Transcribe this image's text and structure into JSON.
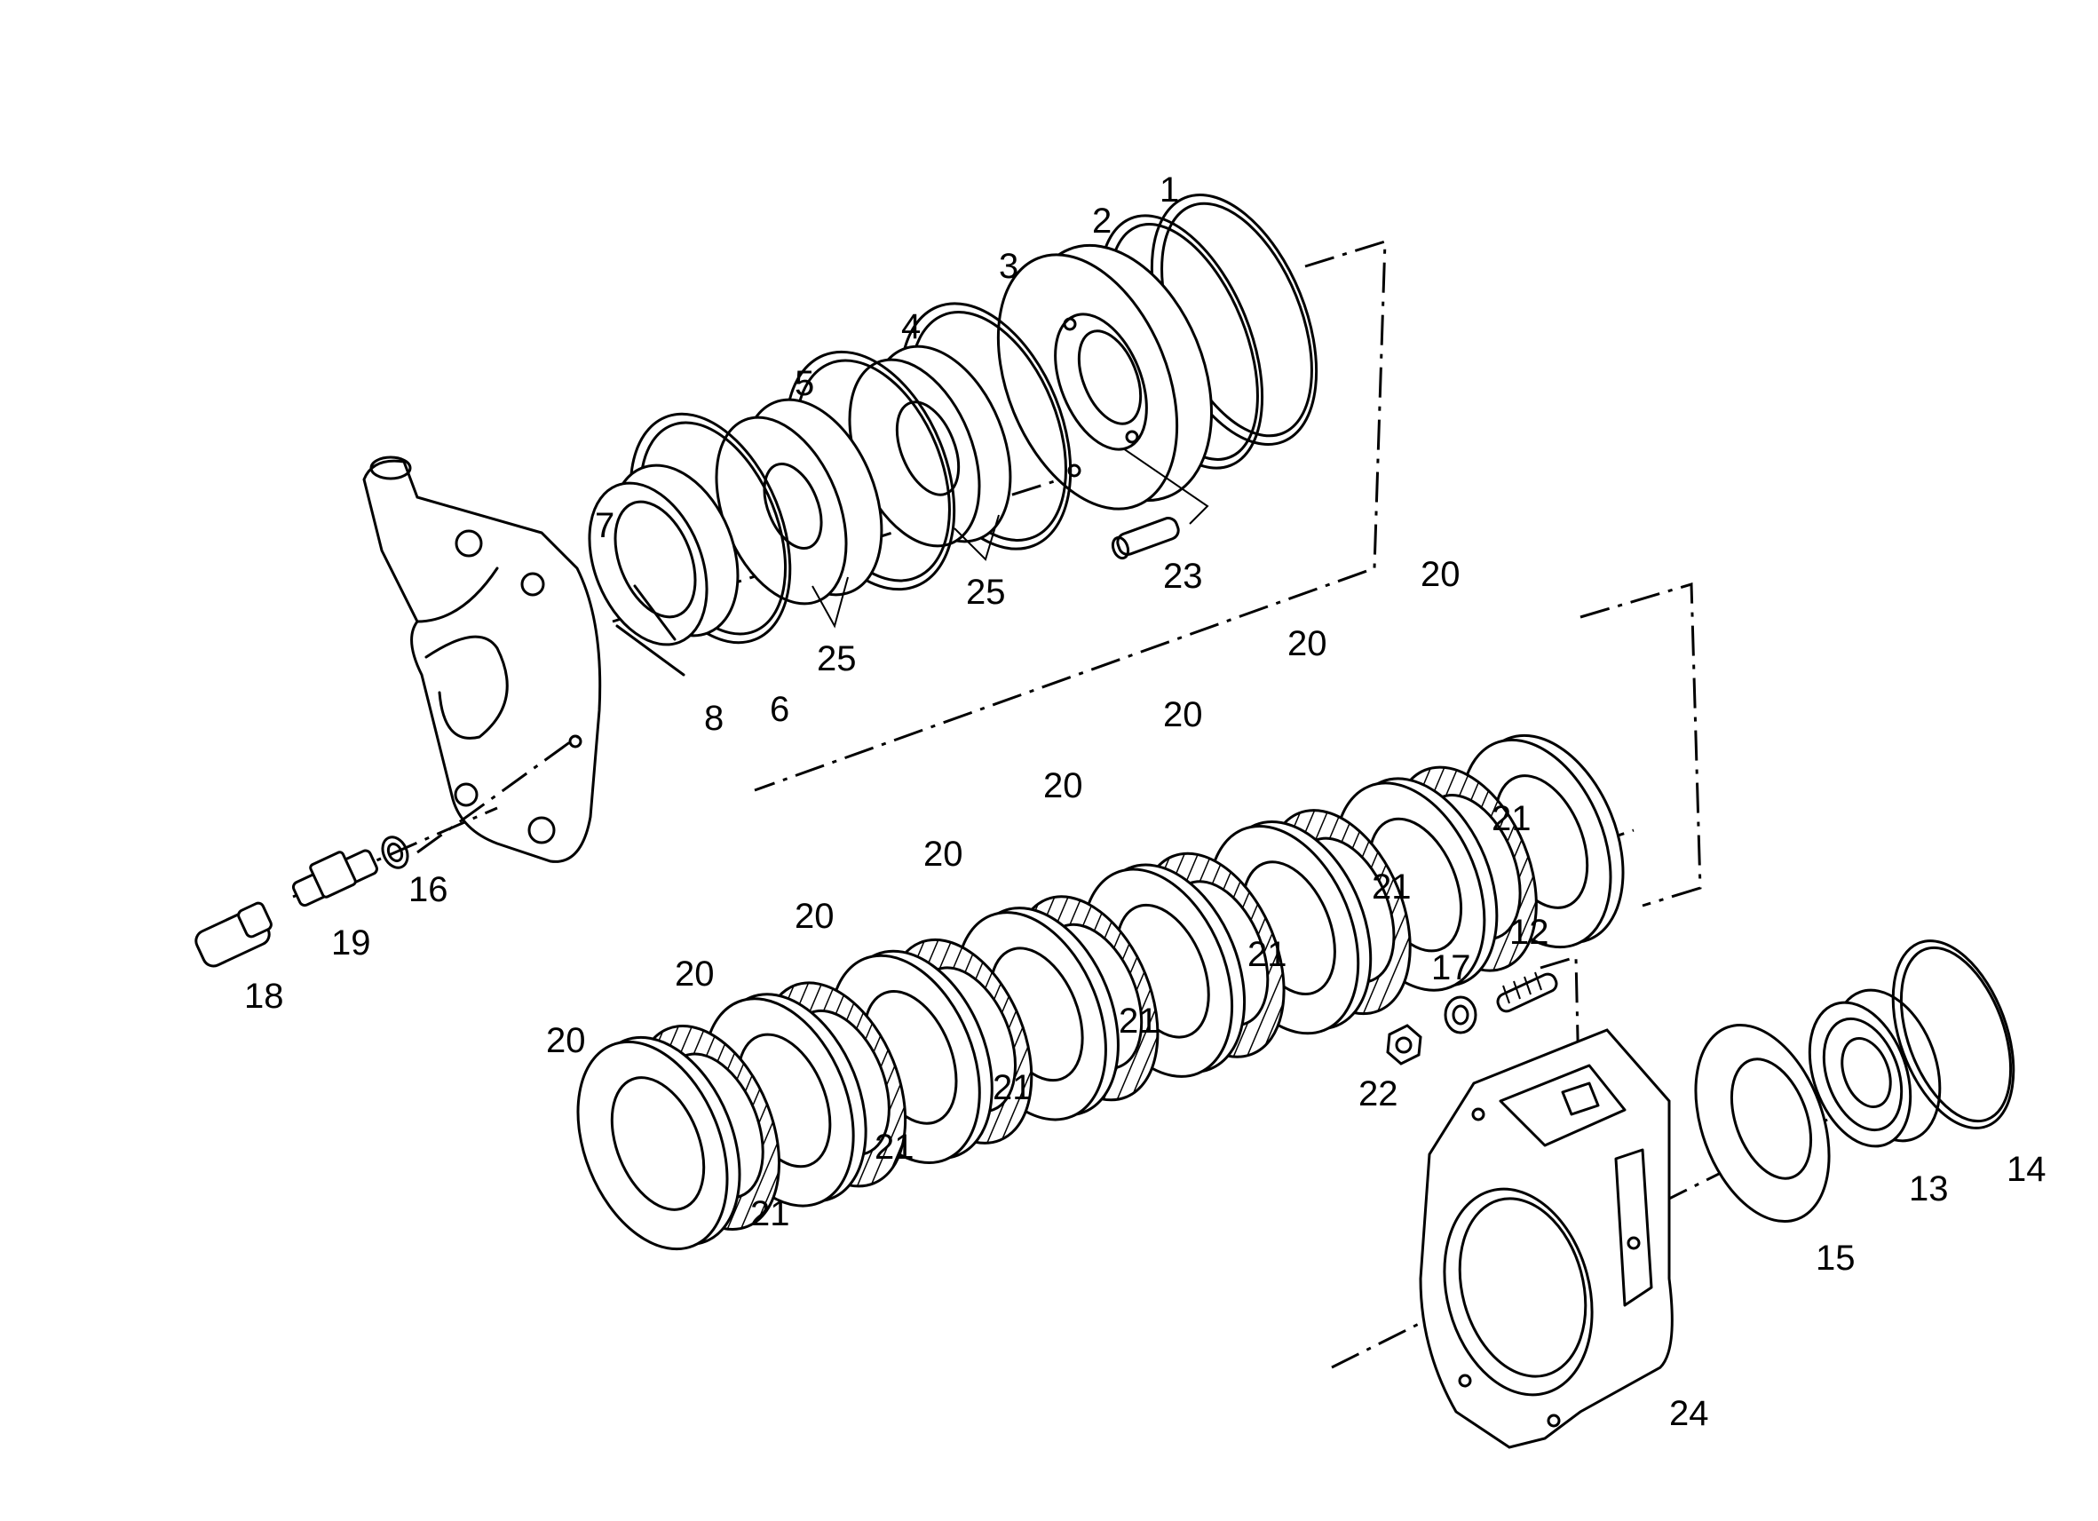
{
  "diagram": {
    "type": "exploded-parts-diagram",
    "colors": {
      "ink": "#000000",
      "background": "#ffffff"
    },
    "callouts": {
      "n1": "1",
      "n2": "2",
      "n3": "3",
      "n4": "4",
      "n5": "5",
      "n6": "6",
      "n7": "7",
      "n8": "8",
      "n12": "12",
      "n13": "13",
      "n14": "14",
      "n15": "15",
      "n16": "16",
      "n17": "17",
      "n18": "18",
      "n19": "19",
      "n20": "20",
      "n21": "21",
      "n22": "22",
      "n23": "23",
      "n24": "24",
      "n25": "25"
    }
  }
}
